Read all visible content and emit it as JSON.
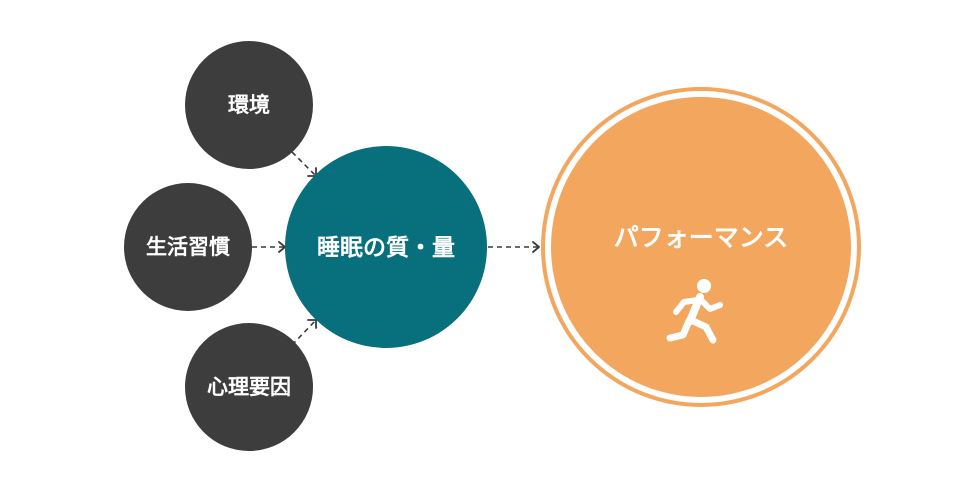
{
  "nodes": {
    "environment": {
      "label": "環境"
    },
    "lifestyle": {
      "label": "生活習慣"
    },
    "psychology": {
      "label": "心理要因"
    },
    "sleep": {
      "label": "睡眠の質・量"
    },
    "performance": {
      "label": "パフォーマンス",
      "icon": "running-person-icon"
    }
  },
  "colors": {
    "factor_fill": "#3d3d3d",
    "sleep_fill": "#086f7c",
    "performance_fill": "#f2a65e",
    "performance_ring": "#f2a65e",
    "text": "#ffffff",
    "arrow": "#3a3a3a"
  }
}
